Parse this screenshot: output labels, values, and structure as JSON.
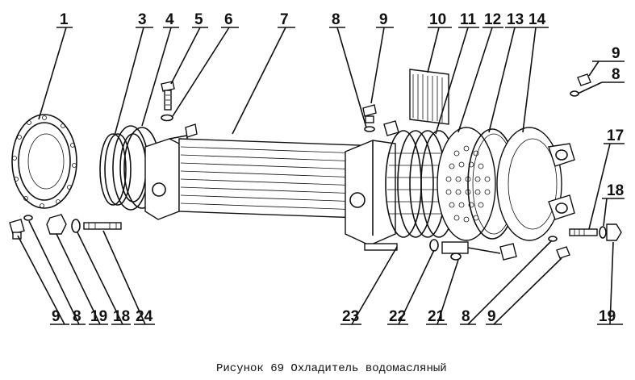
{
  "figure": {
    "caption": "Рисунок 69 Охладитель водомасляный",
    "labels": {
      "p1": "1",
      "p3": "3",
      "p4": "4",
      "p5": "5",
      "p6": "6",
      "p7": "7",
      "p8a": "8",
      "p9a": "9",
      "p10": "10",
      "p11": "11",
      "p12": "12",
      "p13": "13",
      "p14": "14",
      "p9b": "9",
      "p8b": "8",
      "p17": "17",
      "p18a": "18",
      "p19a": "19",
      "p9c": "9",
      "p8c": "8",
      "p19b": "19",
      "p18b": "18",
      "p24": "24",
      "p23": "23",
      "p22": "22",
      "p21": "21",
      "p8d": "8",
      "p9d": "9"
    }
  }
}
